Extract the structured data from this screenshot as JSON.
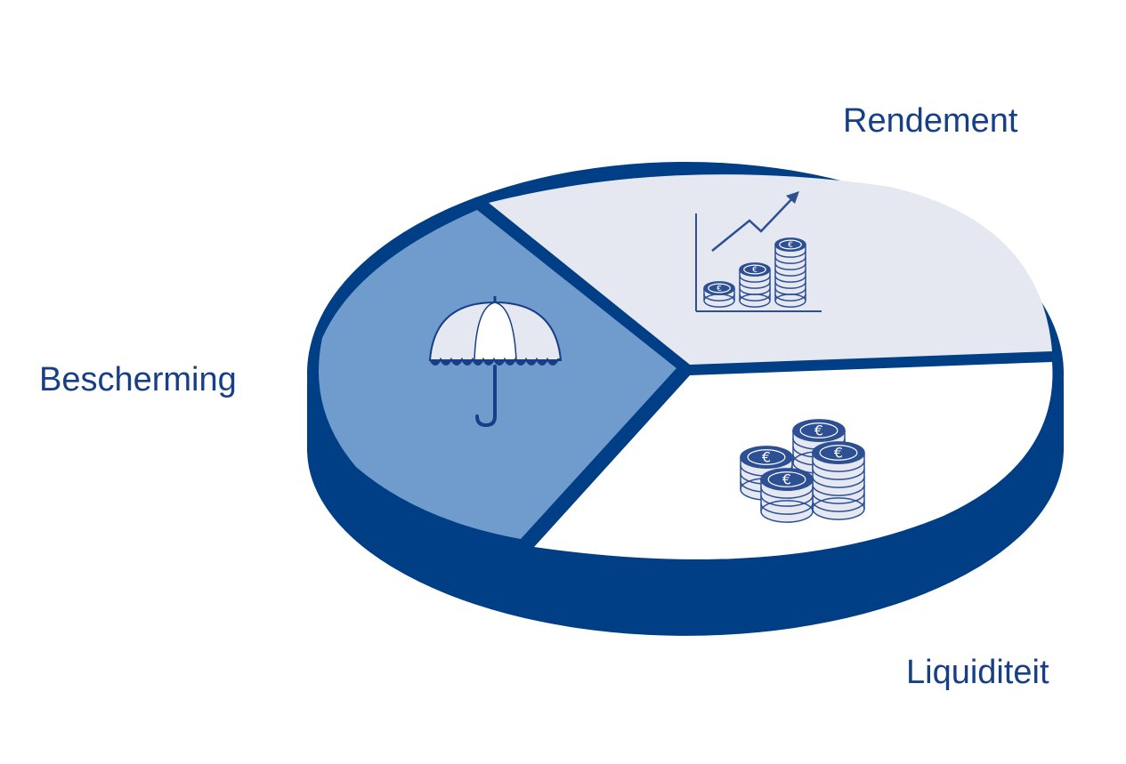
{
  "segments": {
    "rendement": {
      "label": "Rendement",
      "icon": "growth-chart-coins-icon",
      "color": "#e6e8f1"
    },
    "bescherming": {
      "label": "Bescherming",
      "icon": "umbrella-icon",
      "color": "#6f9ccd"
    },
    "liquiditeit": {
      "label": "Liquiditeit",
      "icon": "coin-stacks-icon",
      "color": "#ffffff"
    }
  },
  "colors": {
    "dark_blue": "#003e85",
    "text": "#163f87",
    "coin_fill": "#e6e8f1",
    "coin_line": "#2d4f93"
  },
  "coin_symbol": "€"
}
